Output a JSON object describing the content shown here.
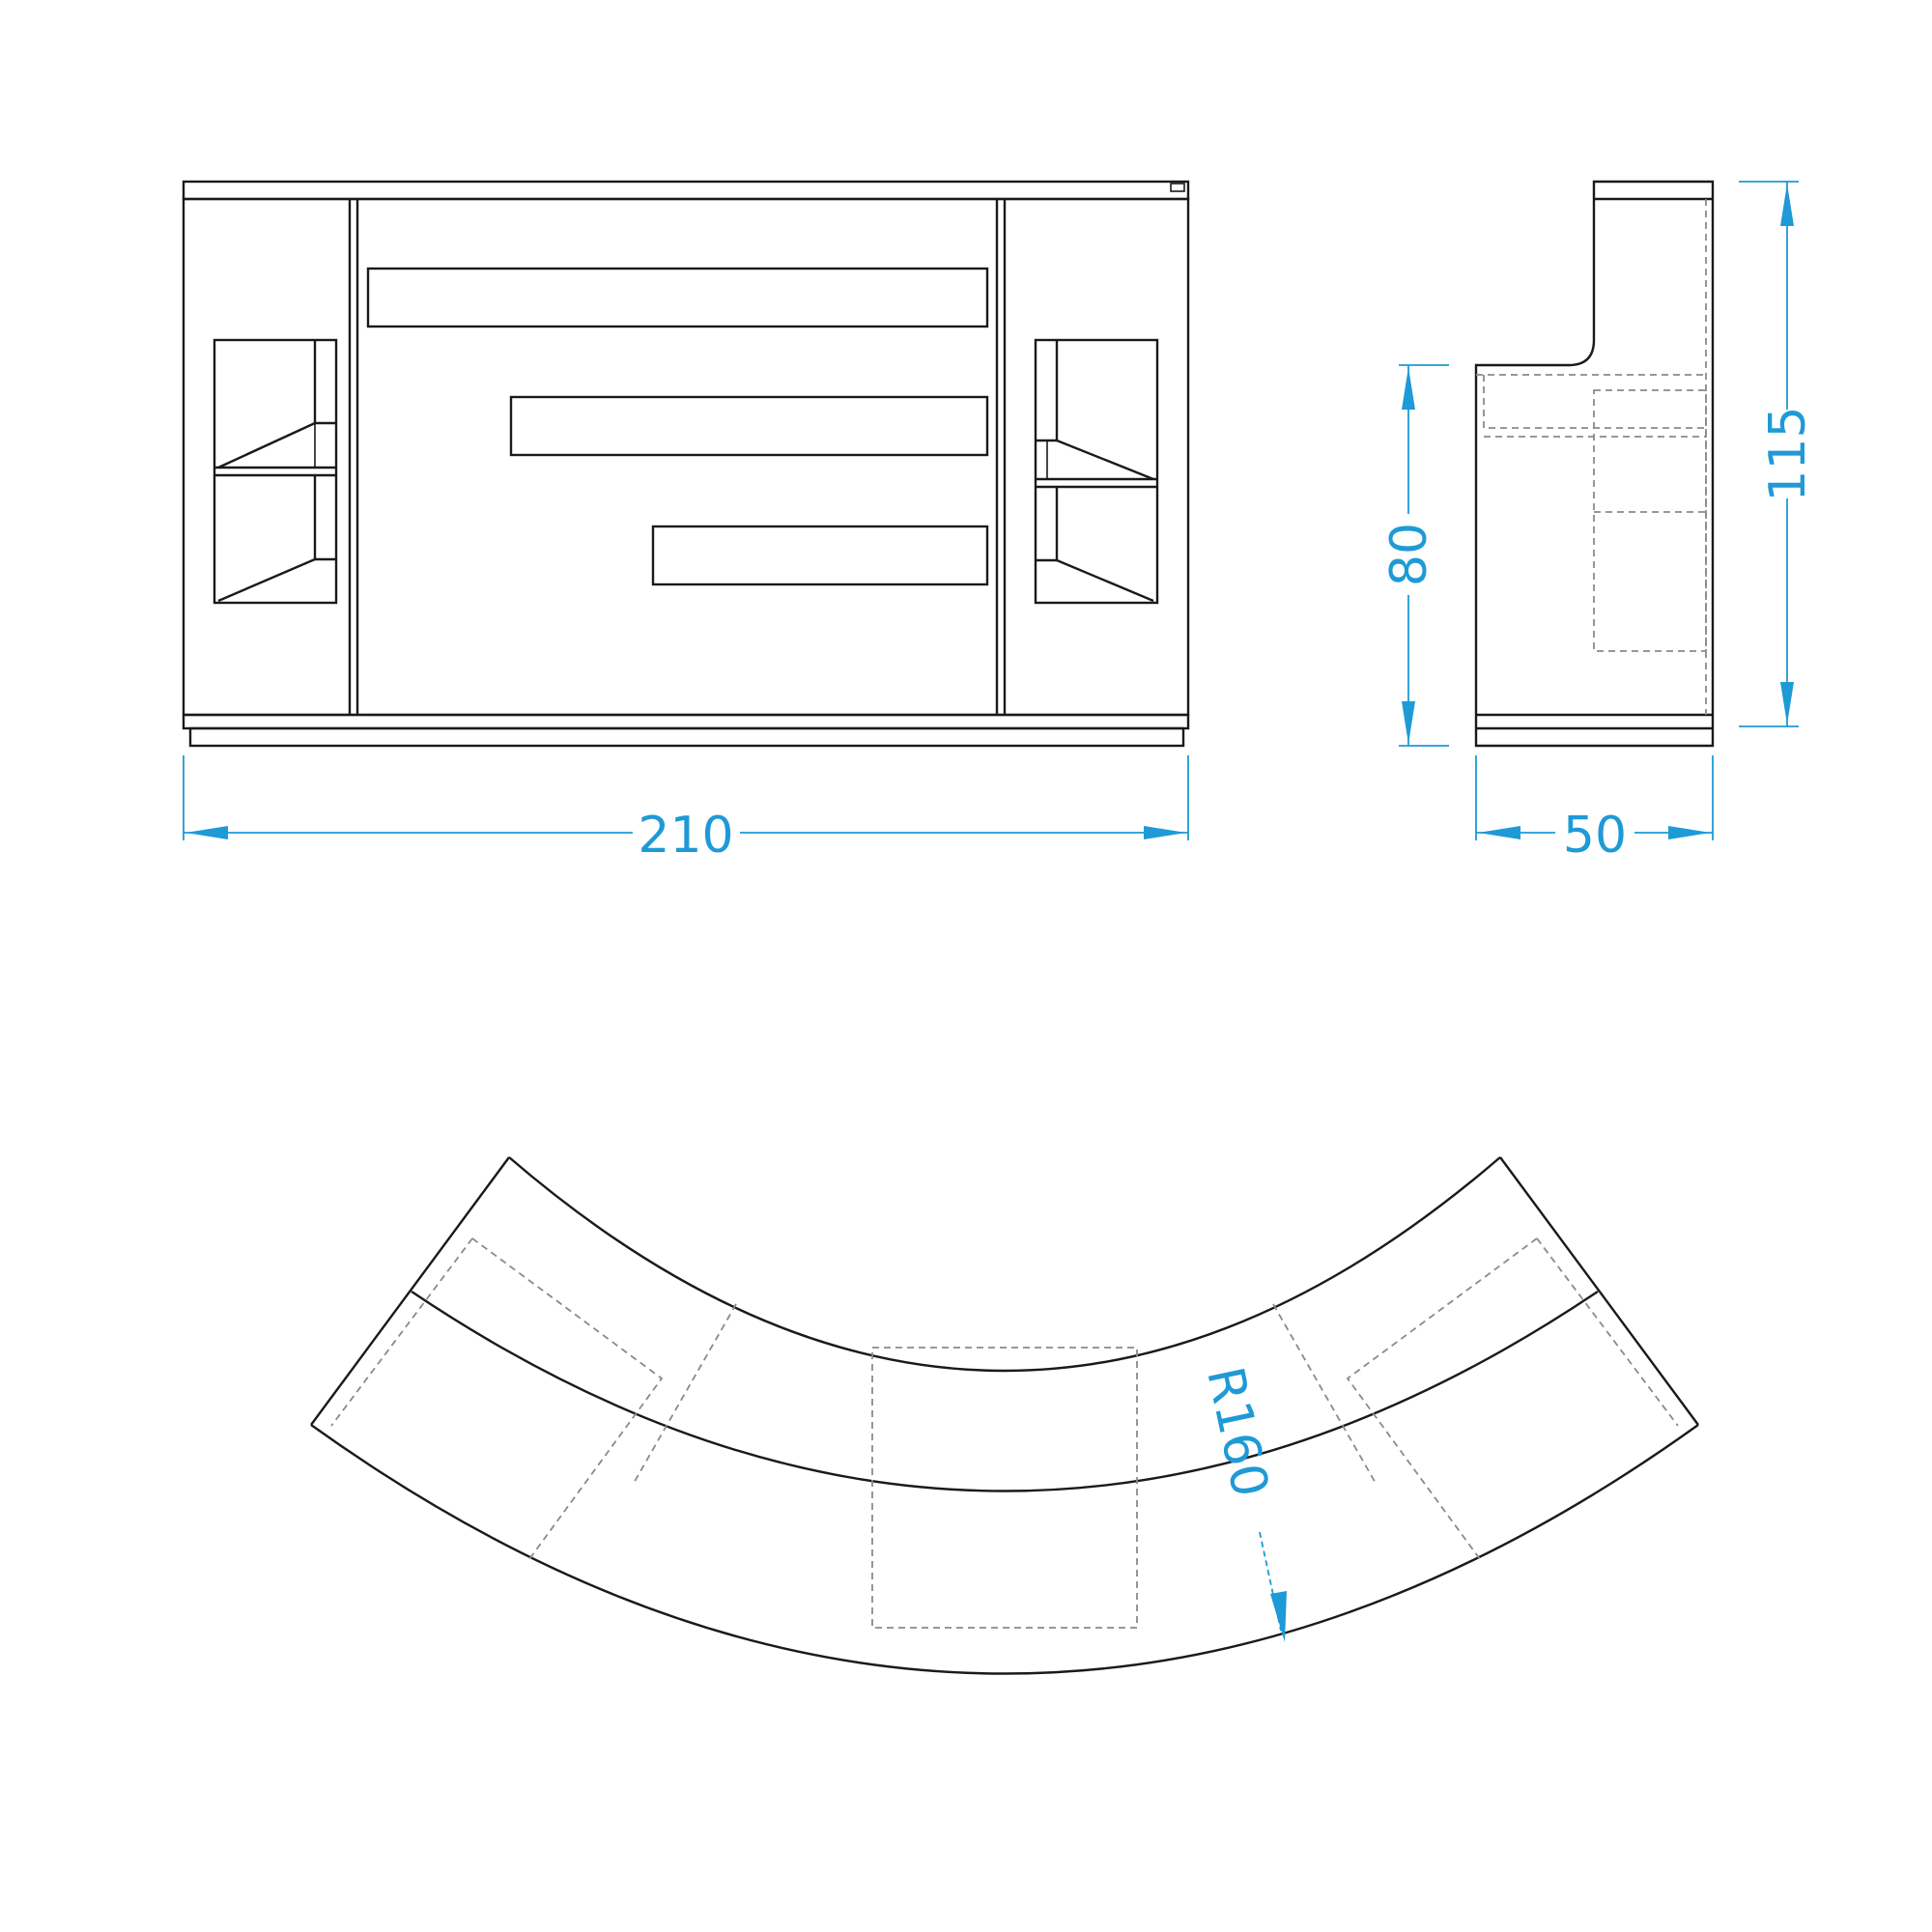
{
  "dimensions": {
    "width": "210",
    "depth": "50",
    "counter_height": "80",
    "total_height": "115",
    "radius": "R160"
  },
  "colors": {
    "line": "#1a1a1a",
    "hidden_line": "#8a8a8a",
    "dimension": "#1e9ad6"
  }
}
